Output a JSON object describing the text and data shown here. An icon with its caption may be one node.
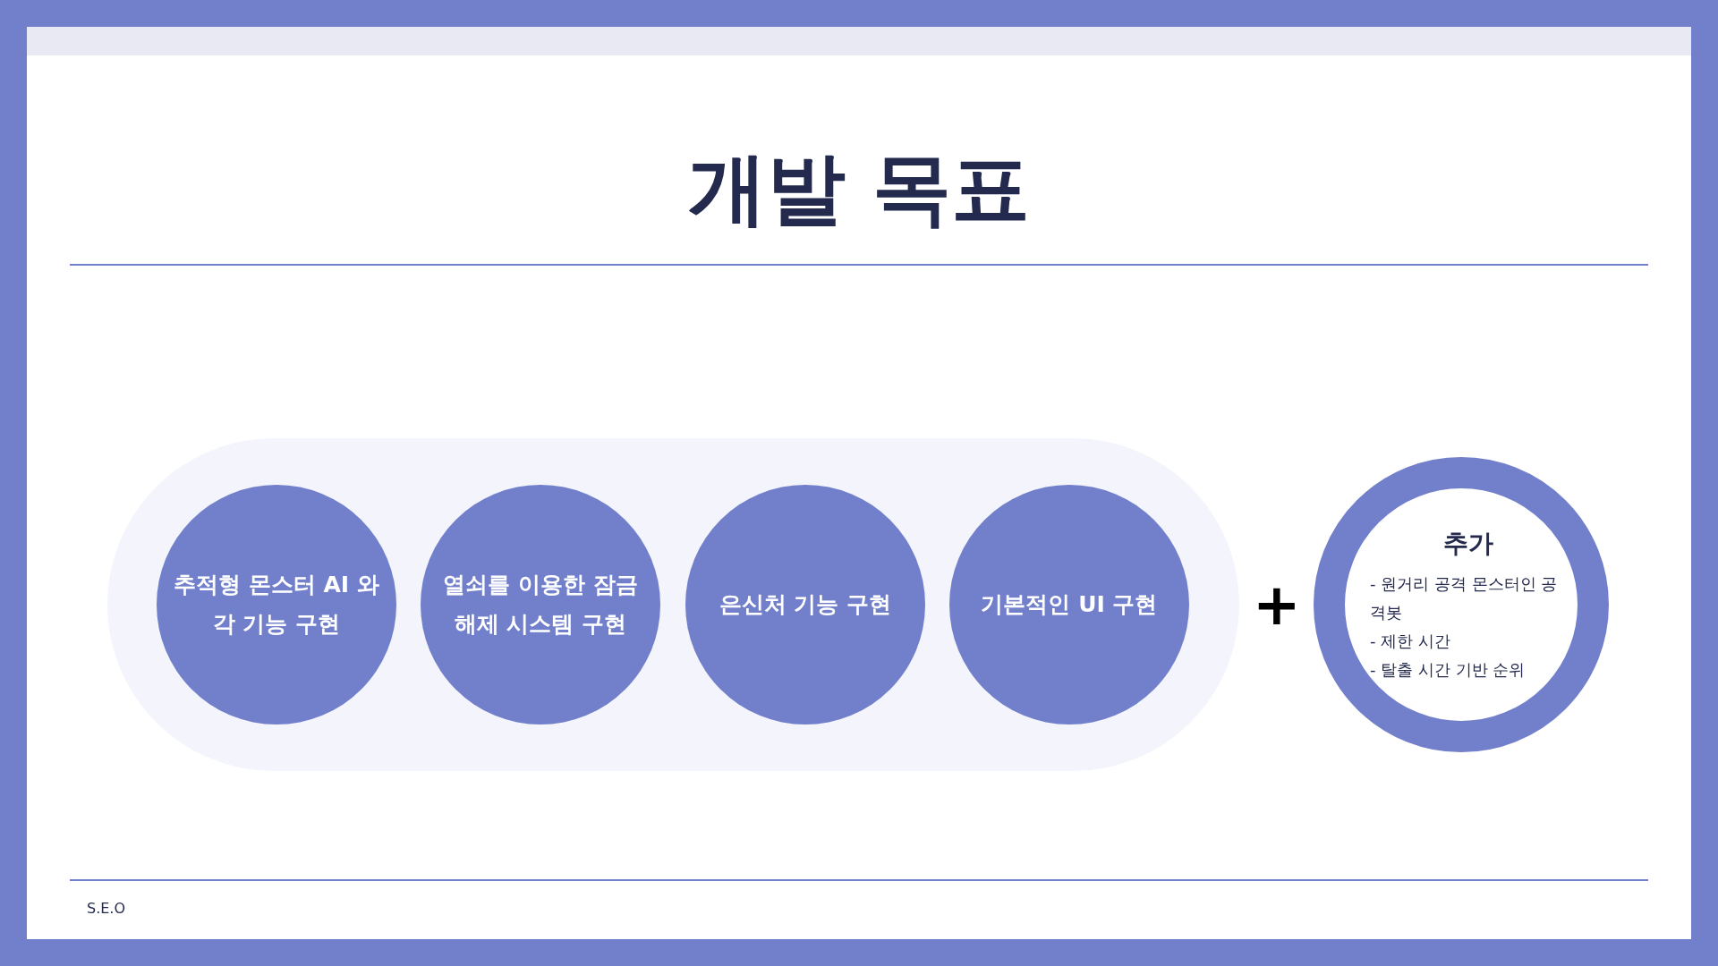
{
  "diagram": {
    "title": "개발 목표",
    "nodes": [
      {
        "text": [],
        "shape": "box"
      },
      {
        "text": [
          "추적형 몬스터 AI 와 각 기능 구현"
        ],
        "in": 0
      },
      {
        "text": [
          "열쇠를 이용한 잠금 해제 시스템 구현"
        ],
        "in": 0
      },
      {
        "text": [
          "은신처 기능 구현"
        ],
        "in": 0
      },
      {
        "text": [
          "기본적인 UI 구현"
        ],
        "in": 0
      },
      {
        "text": [
          "추가",
          "- 원거리 공격 몬스터인 공격봇",
          "- 제한 시간",
          "- 탈출 시간 기반 순위"
        ]
      }
    ],
    "labels": [
      "+",
      "S.E.O"
    ]
  }
}
